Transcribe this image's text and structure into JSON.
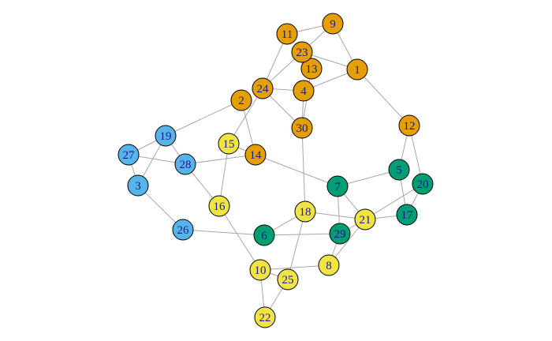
{
  "colors": {
    "orange": "#E69F00",
    "blue": "#56B4E9",
    "green": "#009E73",
    "yellow": "#F0E442"
  },
  "nodes": [
    {
      "id": "1",
      "group": "orange"
    },
    {
      "id": "2",
      "group": "orange"
    },
    {
      "id": "3",
      "group": "blue"
    },
    {
      "id": "4",
      "group": "orange"
    },
    {
      "id": "5",
      "group": "green"
    },
    {
      "id": "6",
      "group": "green"
    },
    {
      "id": "7",
      "group": "green"
    },
    {
      "id": "8",
      "group": "yellow"
    },
    {
      "id": "9",
      "group": "orange"
    },
    {
      "id": "10",
      "group": "yellow"
    },
    {
      "id": "11",
      "group": "orange"
    },
    {
      "id": "12",
      "group": "orange"
    },
    {
      "id": "13",
      "group": "orange"
    },
    {
      "id": "14",
      "group": "orange"
    },
    {
      "id": "15",
      "group": "yellow"
    },
    {
      "id": "16",
      "group": "yellow"
    },
    {
      "id": "17",
      "group": "green"
    },
    {
      "id": "18",
      "group": "yellow"
    },
    {
      "id": "19",
      "group": "blue"
    },
    {
      "id": "20",
      "group": "green"
    },
    {
      "id": "21",
      "group": "yellow"
    },
    {
      "id": "22",
      "group": "yellow"
    },
    {
      "id": "23",
      "group": "orange"
    },
    {
      "id": "24",
      "group": "orange"
    },
    {
      "id": "25",
      "group": "yellow"
    },
    {
      "id": "26",
      "group": "blue"
    },
    {
      "id": "27",
      "group": "blue"
    },
    {
      "id": "28",
      "group": "blue"
    },
    {
      "id": "29",
      "group": "green"
    },
    {
      "id": "30",
      "group": "orange"
    }
  ],
  "edges": [
    [
      "9",
      "11"
    ],
    [
      "9",
      "23"
    ],
    [
      "9",
      "1"
    ],
    [
      "11",
      "24"
    ],
    [
      "23",
      "1"
    ],
    [
      "23",
      "24"
    ],
    [
      "4",
      "1"
    ],
    [
      "24",
      "4"
    ],
    [
      "24",
      "30"
    ],
    [
      "4",
      "30"
    ],
    [
      "13",
      "30"
    ],
    [
      "1",
      "12"
    ],
    [
      "24",
      "15"
    ],
    [
      "2",
      "19"
    ],
    [
      "2",
      "14"
    ],
    [
      "12",
      "5"
    ],
    [
      "12",
      "20"
    ],
    [
      "19",
      "27"
    ],
    [
      "19",
      "28"
    ],
    [
      "19",
      "3"
    ],
    [
      "27",
      "28"
    ],
    [
      "28",
      "14"
    ],
    [
      "27",
      "3"
    ],
    [
      "15",
      "14"
    ],
    [
      "15",
      "16"
    ],
    [
      "28",
      "16"
    ],
    [
      "3",
      "26"
    ],
    [
      "14",
      "7"
    ],
    [
      "30",
      "18"
    ],
    [
      "7",
      "5"
    ],
    [
      "7",
      "29"
    ],
    [
      "7",
      "21"
    ],
    [
      "5",
      "17"
    ],
    [
      "20",
      "17"
    ],
    [
      "20",
      "21"
    ],
    [
      "17",
      "21"
    ],
    [
      "18",
      "21"
    ],
    [
      "18",
      "6"
    ],
    [
      "18",
      "25"
    ],
    [
      "26",
      "6"
    ],
    [
      "6",
      "29"
    ],
    [
      "29",
      "21"
    ],
    [
      "29",
      "8"
    ],
    [
      "8",
      "21"
    ],
    [
      "16",
      "10"
    ],
    [
      "10",
      "8"
    ],
    [
      "10",
      "25"
    ],
    [
      "10",
      "22"
    ],
    [
      "25",
      "22"
    ]
  ]
}
